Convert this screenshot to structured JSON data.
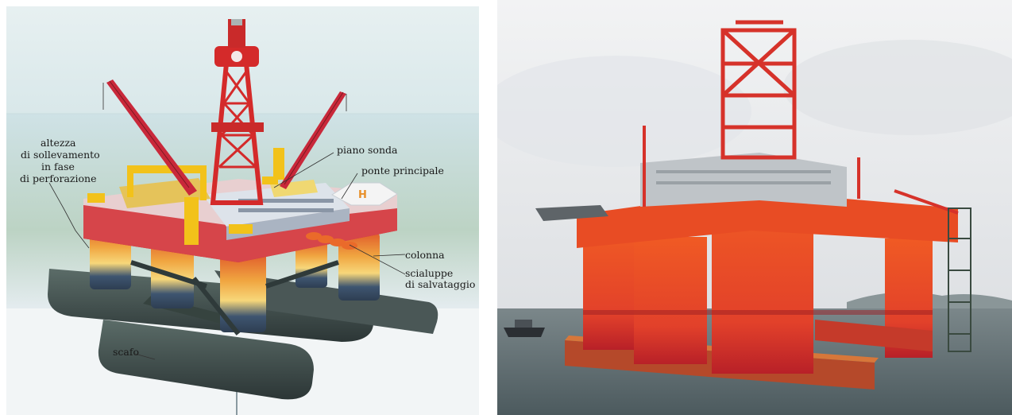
{
  "diagram": {
    "labels": {
      "altezza": [
        "altezza",
        "di sollevamento",
        "in fase",
        "di perforazione"
      ],
      "piano_sonda": "piano sonda",
      "ponte_principale": "ponte principale",
      "colonna": "colonna",
      "scialuppe": [
        "scialuppe",
        "di salvataggio"
      ],
      "scafo": "scafo"
    },
    "colors": {
      "structure_red": "#d42a2a",
      "deck_grey": "#c9ced6",
      "crane_yellow": "#f2c21a",
      "column_orange": "#e8902a",
      "hull_dark": "#3f4a4a",
      "water": "#d5e6ea",
      "sky": "#e9f2f3"
    }
  },
  "photo": {
    "subject": "semi-submersible drilling rig",
    "colors": {
      "hull_orange": "#e8451f",
      "hull_red": "#c7262a",
      "sky": "#e8eaec",
      "sea": "#5e6c70"
    }
  }
}
